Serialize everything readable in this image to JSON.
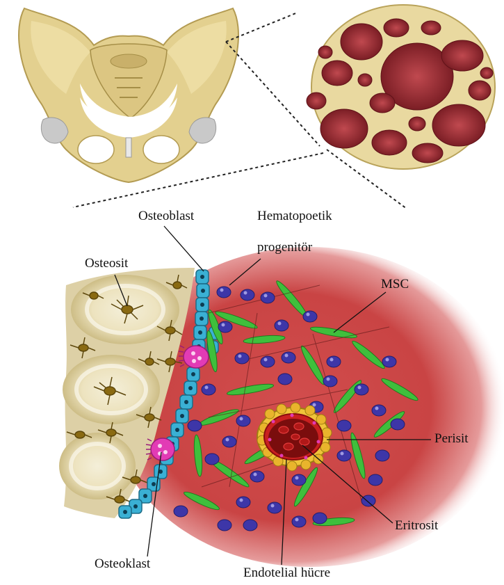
{
  "labels": {
    "osteoblast": "Osteoblast",
    "hematopoetik_1": "Hematopoetik",
    "hematopoetik_2": "progenitör",
    "osteosit": "Osteosit",
    "msc": "MSC",
    "perisit": "Perisit",
    "eritrosit": "Eritrosit",
    "osteoklast": "Osteoklast",
    "endotelial": "Endotelial hücre"
  },
  "colors": {
    "bone": "#e6d594",
    "bone_dark": "#b9a35a",
    "marrow": "#c94a4a",
    "marrow_light": "#f2b9b9",
    "osteoblast": "#3ab0d4",
    "osteoclast": "#e23bb5",
    "msc": "#3fbf3c",
    "hematopoietic": "#3d36a8",
    "vessel": "#7a0d0d",
    "pericyte": "#f0c43a"
  },
  "icons": [
    "pelvis-icon",
    "bone-marrow-section-icon"
  ]
}
